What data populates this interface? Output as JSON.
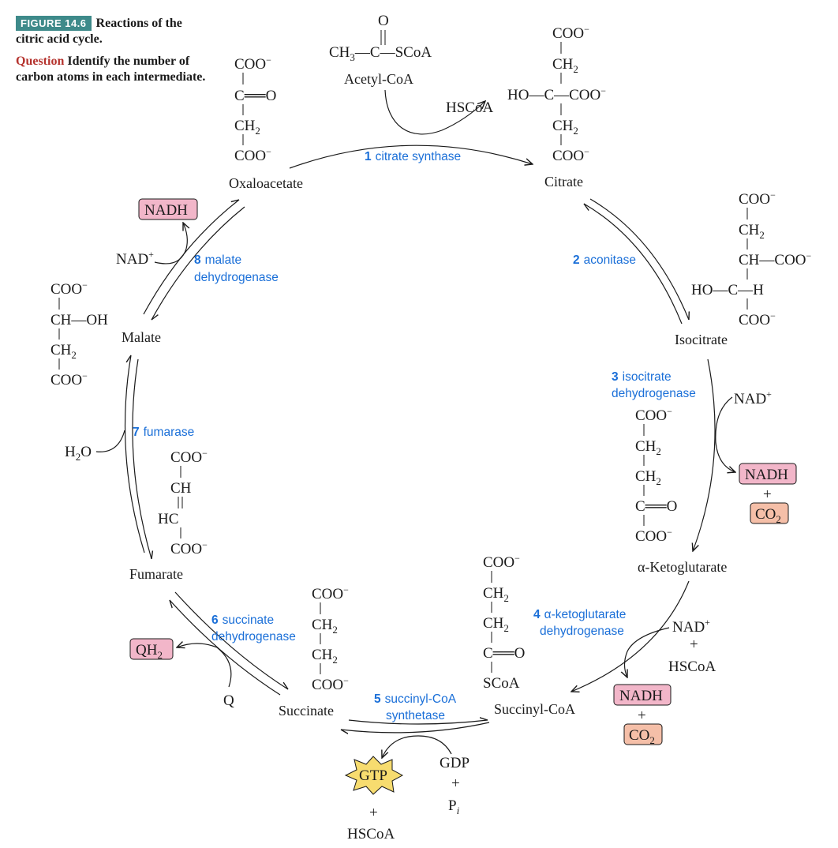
{
  "figure": {
    "tag": "FIGURE 14.6",
    "title": "Reactions of the citric acid cycle.",
    "question_label": "Question",
    "question_text": "Identify the number of carbon atoms in each intermediate."
  },
  "metabolites": {
    "acetyl_coa": "Acetyl-CoA",
    "citrate": "Citrate",
    "isocitrate": "Isocitrate",
    "alpha_ketoglutarate": "α-Ketoglutarate",
    "succinyl_coa": "Succinyl-CoA",
    "succinate": "Succinate",
    "fumarate": "Fumarate",
    "malate": "Malate",
    "oxaloacetate": "Oxaloacetate"
  },
  "enzymes": [
    {
      "number": "1",
      "name": "citrate synthase"
    },
    {
      "number": "2",
      "name": "aconitase"
    },
    {
      "number": "3",
      "name": "isocitrate dehydrogenase"
    },
    {
      "number": "4",
      "name": "α-ketoglutarate dehydrogenase"
    },
    {
      "number": "5",
      "name": "succinyl-CoA synthetase"
    },
    {
      "number": "6",
      "name": "succinate dehydrogenase"
    },
    {
      "number": "7",
      "name": "fumarase"
    },
    {
      "number": "8",
      "name": "malate dehydrogenase"
    }
  ],
  "cofactors": {
    "hscoa": "HSCoA",
    "nad": "NAD",
    "nadh": "NADH",
    "co2": "CO",
    "plus": "+",
    "gtp": "GTP",
    "gdp": "GDP",
    "pi": "P",
    "qh2": "QH",
    "q": "Q",
    "h2o": "H",
    "h2o_o": "O"
  },
  "colors": {
    "enzyme_text": "#1a6fd8",
    "nadh_box": "#f2b6c9",
    "co2_box": "#f5bfa8",
    "gtp_star": "#f7dc6f",
    "figure_tag": "#3e8a8a",
    "question": "#b5332e"
  }
}
